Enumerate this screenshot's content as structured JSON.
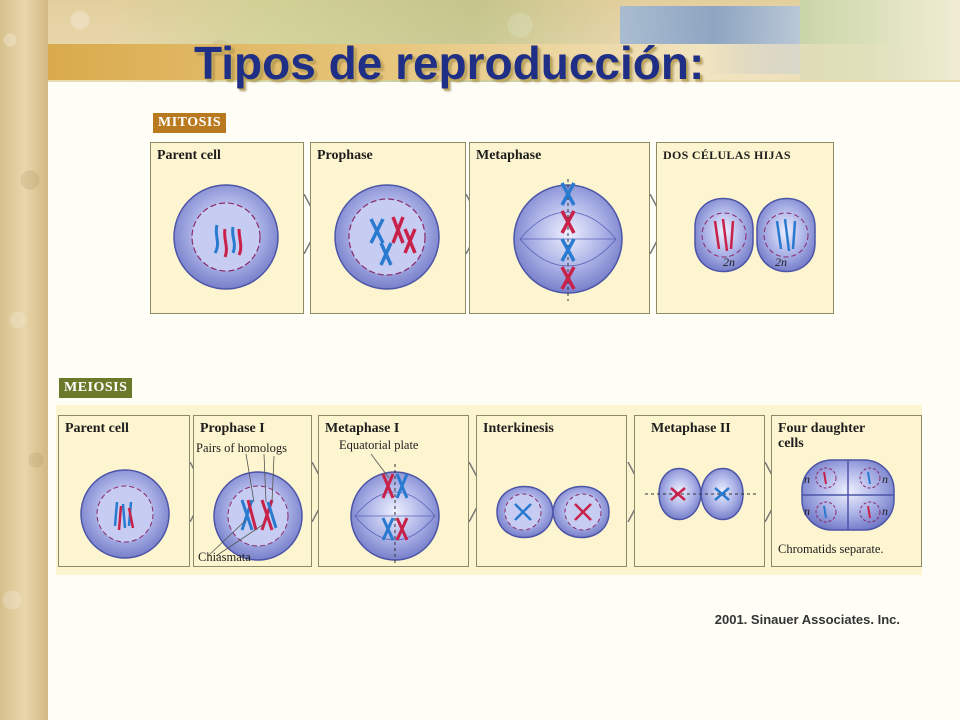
{
  "title": "Tipos de reproducción:",
  "credit": "2001. Sinauer Associates. Inc.",
  "mitosis": {
    "label": "MITOSIS",
    "panels": [
      "Parent cell",
      "Prophase",
      "Metaphase",
      "DOS CÉLULAS HIJAS"
    ],
    "daughter_labels": [
      "2n",
      "2n"
    ]
  },
  "meiosis": {
    "label": "MEIOSIS",
    "panels": [
      "Parent cell",
      "Prophase I",
      "Metaphase I",
      "Interkinesis",
      "Metaphase II",
      "Four daughter cells"
    ],
    "annotations": {
      "pairs_of_homologs": "Pairs of homologs",
      "chiasmata": "Chiasmata",
      "equatorial_plate": "Equatorial plate",
      "chromatids_separate": "Chromatids separate."
    },
    "haploid_labels": [
      "n",
      "n",
      "n",
      "n"
    ]
  },
  "colors": {
    "title": "#1f2f86",
    "mitosis_label_bg": "#b97a1f",
    "meiosis_label_bg": "#6b7a2a",
    "panel_bg": "#fdf5cf",
    "cell_fill": "#8f97d6",
    "chromosome_red": "#c8224a",
    "chromosome_blue": "#2a7ad0"
  }
}
